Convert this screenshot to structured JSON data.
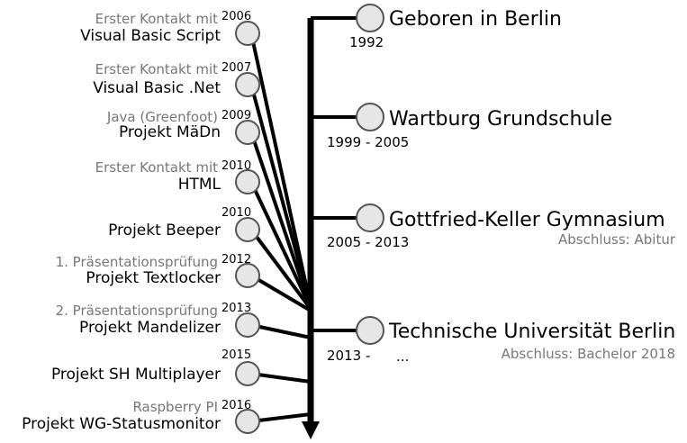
{
  "colors": {
    "line": "#000000",
    "node_fill": "#e6e6e6",
    "node_stroke": "#555555",
    "text_main": "#000000",
    "text_sub": "#777777"
  },
  "arrow_icon": "arrow-down-icon",
  "left": [
    {
      "year": "2006",
      "sub": "Erster Kontakt mit",
      "title": "Visual Basic Script"
    },
    {
      "year": "2007",
      "sub": "Erster Kontakt mit",
      "title": "Visual Basic .Net"
    },
    {
      "year": "2009",
      "sub": "Java (Greenfoot)",
      "title": "Projekt MäDn"
    },
    {
      "year": "2010",
      "sub": "Erster Kontakt mit",
      "title": "HTML"
    },
    {
      "year": "2010",
      "sub": "",
      "title": "Projekt Beeper"
    },
    {
      "year": "2012",
      "sub": "1. Präsentationsprüfung",
      "title": "Projekt Textlocker"
    },
    {
      "year": "2013",
      "sub": "2. Präsentationsprüfung",
      "title": "Projekt Mandelizer"
    },
    {
      "year": "2015",
      "sub": "",
      "title": "Projekt SH Multiplayer"
    },
    {
      "year": "2016",
      "sub": "Raspberry PI",
      "title": "Projekt WG-Statusmonitor"
    }
  ],
  "right": [
    {
      "title": "Geboren in Berlin",
      "years": "1992",
      "extra": "",
      "sub": ""
    },
    {
      "title": "Wartburg Grundschule",
      "years": "1999 - 2005",
      "extra": "",
      "sub": ""
    },
    {
      "title": "Gottfried-Keller Gymnasium",
      "years": "2005 - 2013",
      "extra": "",
      "sub": "Abschluss: Abitur"
    },
    {
      "title": "Technische Universität Berlin",
      "years": "2013 -",
      "extra": "...",
      "sub": "Abschluss: Bachelor 2018"
    }
  ]
}
